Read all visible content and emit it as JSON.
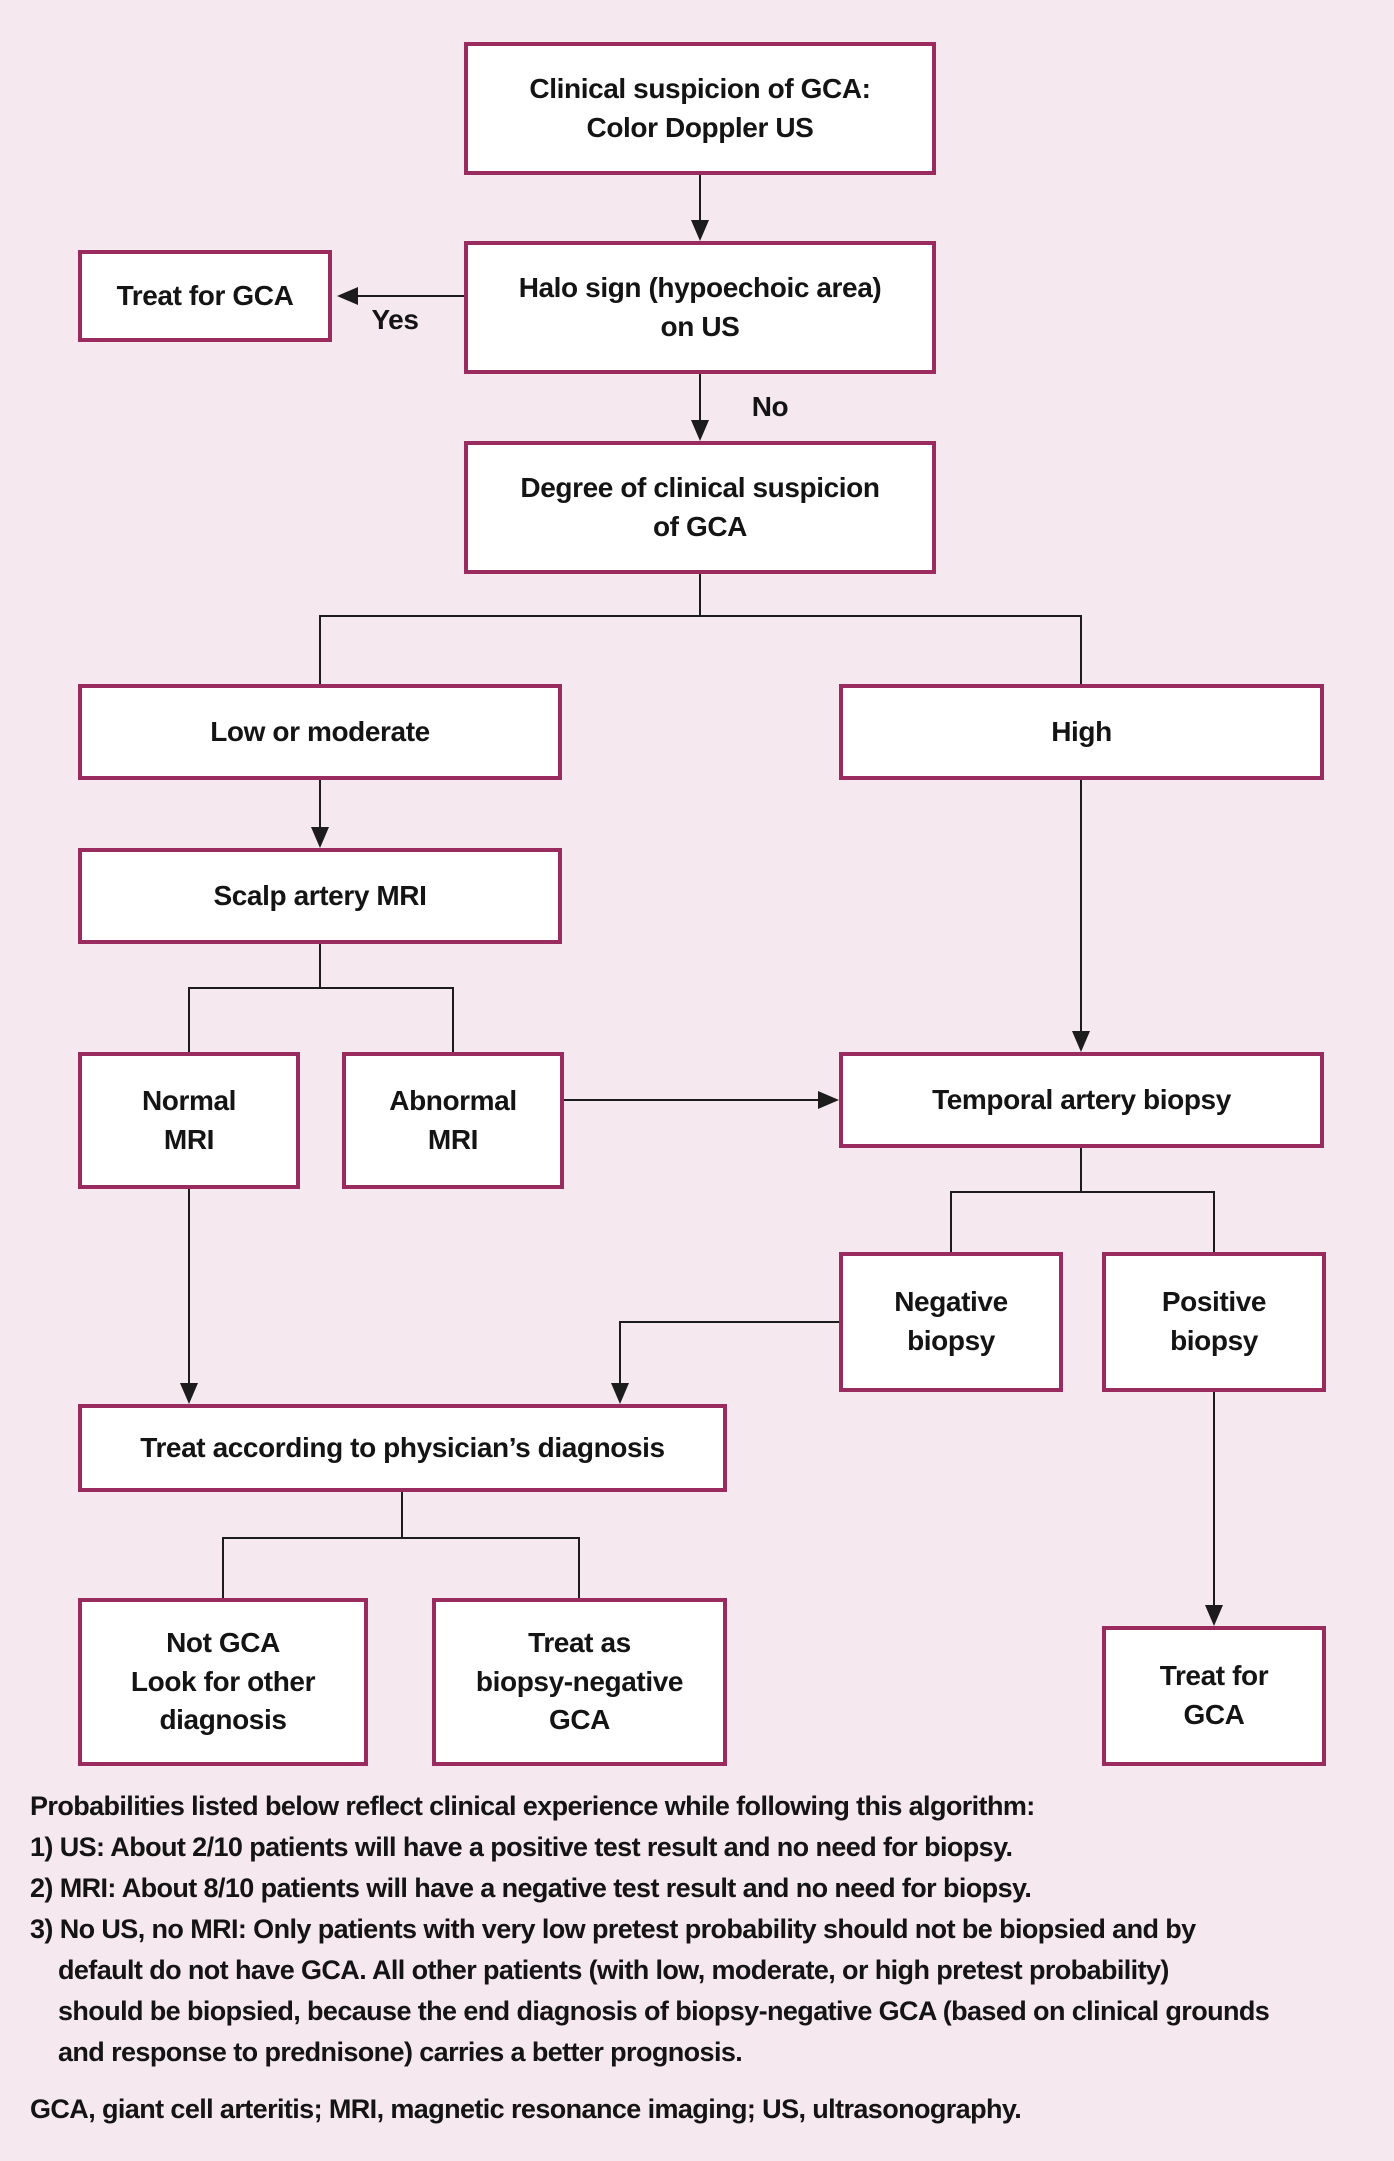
{
  "figure": {
    "type": "flowchart",
    "topic": "Diagnostic algorithm for suspected giant cell arteritis (GCA)"
  },
  "colors": {
    "background": "#f5e8ee",
    "box_fill": "#ffffff",
    "box_border": "#992b5e",
    "connector": "#1c1c1c",
    "text": "#141414"
  },
  "nodes": {
    "clinical": {
      "label": "Clinical suspicion of GCA:\nColor Doppler US"
    },
    "treat_gca_top": {
      "label": "Treat for GCA"
    },
    "halo": {
      "label": "Halo sign (hypoechoic area)\non US"
    },
    "degree": {
      "label": "Degree of clinical suspicion\nof GCA"
    },
    "low": {
      "label": "Low or moderate"
    },
    "high": {
      "label": "High"
    },
    "scalp": {
      "label": "Scalp artery MRI"
    },
    "normal": {
      "label": "Normal\nMRI"
    },
    "abnormal": {
      "label": "Abnormal\nMRI"
    },
    "temporal": {
      "label": "Temporal artery biopsy"
    },
    "negative": {
      "label": "Negative\nbiopsy"
    },
    "positive": {
      "label": "Positive\nbiopsy"
    },
    "treat_according": {
      "label": "Treat according to physician’s diagnosis"
    },
    "not_gca": {
      "label": "Not GCA\nLook for other\ndiagnosis"
    },
    "treat_as": {
      "label": "Treat as\nbiopsy-negative\nGCA"
    },
    "treat_gca_bottom": {
      "label": "Treat for\nGCA"
    }
  },
  "edge_labels": {
    "yes": "Yes",
    "no": "No"
  },
  "edges": [
    {
      "from": "clinical",
      "to": "halo",
      "label": ""
    },
    {
      "from": "halo",
      "to": "treat_gca_top",
      "label": "Yes"
    },
    {
      "from": "halo",
      "to": "degree",
      "label": "No"
    },
    {
      "from": "degree",
      "to": "low",
      "label": ""
    },
    {
      "from": "degree",
      "to": "high",
      "label": ""
    },
    {
      "from": "low",
      "to": "scalp",
      "label": ""
    },
    {
      "from": "scalp",
      "to": "normal",
      "label": ""
    },
    {
      "from": "scalp",
      "to": "abnormal",
      "label": ""
    },
    {
      "from": "abnormal",
      "to": "temporal",
      "label": ""
    },
    {
      "from": "high",
      "to": "temporal",
      "label": ""
    },
    {
      "from": "temporal",
      "to": "negative",
      "label": ""
    },
    {
      "from": "temporal",
      "to": "positive",
      "label": ""
    },
    {
      "from": "negative",
      "to": "treat_according",
      "label": ""
    },
    {
      "from": "normal",
      "to": "treat_according",
      "label": ""
    },
    {
      "from": "treat_according",
      "to": "not_gca",
      "label": ""
    },
    {
      "from": "treat_according",
      "to": "treat_as",
      "label": ""
    },
    {
      "from": "positive",
      "to": "treat_gca_bottom",
      "label": ""
    }
  ],
  "footnote": {
    "lines": [
      "Probabilities listed below reflect clinical experience while following this algorithm:",
      "1) US: About 2/10 patients will have a positive test result and no need for biopsy.",
      "2) MRI: About 8/10 patients will have a negative test result and no need for biopsy.",
      "3) No US, no MRI: Only patients with very low pretest probability should not be biopsied and by",
      "default do not have GCA. All other patients (with low, moderate, or high pretest probability)",
      "should be biopsied, because the end diagnosis of biopsy-negative GCA (based on clinical grounds",
      "and response to prednisone) carries a better prognosis.",
      "GCA, giant cell arteritis; MRI, magnetic resonance imaging; US, ultrasonography."
    ]
  }
}
